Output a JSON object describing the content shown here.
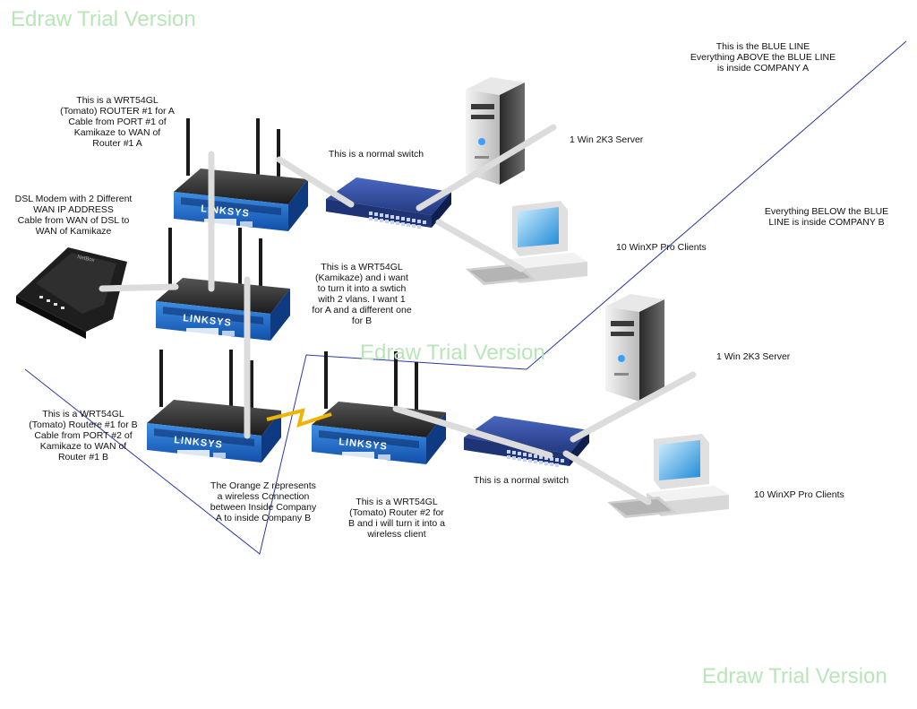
{
  "watermark": "Edraw Trial Version",
  "labels": {
    "router_a": "This is a WRT54GL\n(Tomato) ROUTER #1 for A\nCable from PORT #1 of\nKamikaze to WAN of\nRouter #1 A",
    "dsl_modem": "DSL Modem with 2 Different\nWAN IP ADDRESS\nCable from WAN of DSL to\nWAN of Kamikaze",
    "switch_a": "This is a normal switch",
    "server_a": "1 Win 2K3 Server",
    "clients_a": "10 WinXP Pro Clients",
    "blue_line": "This is the BLUE LINE\nEverything ABOVE the BLUE LINE\nis inside COMPANY A",
    "below_blue_line": "Everything BELOW the BLUE\nLINE is inside COMPANY B",
    "kamikaze": "This is a WRT54GL\n(Kamikaze)  and i want\nto turn it into a swtich\nwith 2 vlans. I want  1\nfor A and a different one\nfor B",
    "router_b": "This is a WRT54GL\n(Tomato) Routere #1 for B\nCable from PORT #2 of\nKamikaze to WAN of\nRouter #1 B",
    "orange_z": "The Orange Z represents\na wireless Connection\nbetween Inside Company\nA to inside Company B",
    "router_b2": "This is a WRT54GL\n(Tomato) Router #2 for\nB and i will turn it into a\nwireless client",
    "switch_b": "This is a normal switch",
    "server_b": "1 Win 2K3 Server",
    "clients_b": "10 WinXP Pro Clients"
  },
  "device_brand": "LINKSYS",
  "colors": {
    "blue_line": "#2a3aa0",
    "cable": "#dcdcdc",
    "wireless_z": "#f0b400",
    "router_blue": "#1b63c6",
    "switch_blue": "#24408f"
  }
}
